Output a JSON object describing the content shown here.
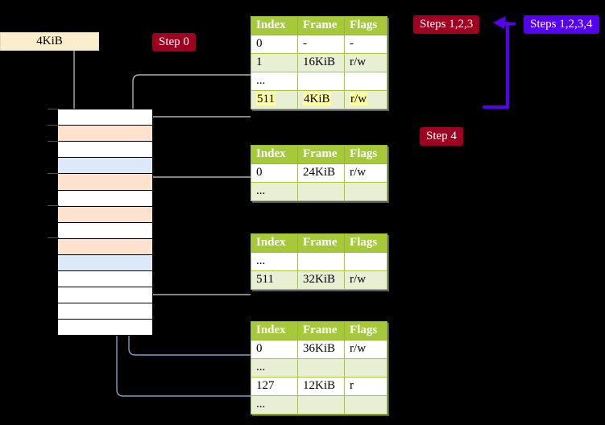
{
  "diagram": {
    "title_hidden": "page table walk diagram",
    "colors": {
      "header_green": "#a5c939",
      "alt_row": "#e9efd4",
      "highlight_yellow": "#ffff9e",
      "badge_red": "#a00020",
      "badge_blue": "#5500ee",
      "mem_orange": "#fde3ce",
      "mem_blue": "#dce9f8",
      "kib_box": "#fbeecd",
      "wire_gray": "#b0b0b0",
      "wire_blue": "#7d9fc4"
    }
  },
  "badges": [
    {
      "id": "step0",
      "label": "Step 0",
      "style": "red"
    },
    {
      "id": "steps123",
      "label": "Steps 1,2,3",
      "style": "red"
    },
    {
      "id": "steps1234",
      "label": "Steps 1,2,3,4",
      "style": "blue"
    },
    {
      "id": "step4",
      "label": "Step 4",
      "style": "red"
    }
  ],
  "kib_box": {
    "label": "4KiB"
  },
  "columns": [
    "Index",
    "Frame",
    "Flags"
  ],
  "tables": [
    {
      "name": "level4-table",
      "columns": [
        "Index",
        "Frame",
        "Flags"
      ],
      "rows": [
        {
          "index": "0",
          "frame": "-",
          "flags": "-",
          "alt": false,
          "highlight": false
        },
        {
          "index": "1",
          "frame": "16KiB",
          "flags": "r/w",
          "alt": true,
          "highlight": false
        },
        {
          "index": "...",
          "frame": "",
          "flags": "",
          "alt": false,
          "highlight": false
        },
        {
          "index": "511",
          "frame": "4KiB",
          "flags": "r/w",
          "alt": true,
          "highlight": true
        }
      ]
    },
    {
      "name": "level3-table",
      "columns": [
        "Index",
        "Frame",
        "Flags"
      ],
      "rows": [
        {
          "index": "0",
          "frame": "24KiB",
          "flags": "r/w",
          "alt": false,
          "highlight": false
        },
        {
          "index": "...",
          "frame": "",
          "flags": "",
          "alt": true,
          "highlight": false
        }
      ]
    },
    {
      "name": "level2-table",
      "columns": [
        "Index",
        "Frame",
        "Flags"
      ],
      "rows": [
        {
          "index": "...",
          "frame": "",
          "flags": "",
          "alt": false,
          "highlight": false
        },
        {
          "index": "511",
          "frame": "32KiB",
          "flags": "r/w",
          "alt": true,
          "highlight": false
        }
      ]
    },
    {
      "name": "level1-table",
      "columns": [
        "Index",
        "Frame",
        "Flags"
      ],
      "rows": [
        {
          "index": "0",
          "frame": "36KiB",
          "flags": "r/w",
          "alt": false,
          "highlight": false
        },
        {
          "index": "...",
          "frame": "",
          "flags": "",
          "alt": true,
          "highlight": false
        },
        {
          "index": "127",
          "frame": "12KiB",
          "flags": "r",
          "alt": false,
          "highlight": false
        },
        {
          "index": "...",
          "frame": "",
          "flags": "",
          "alt": true,
          "highlight": false
        }
      ]
    }
  ],
  "memory_column": {
    "name": "physical-memory-column",
    "rows": [
      {
        "fill": "white"
      },
      {
        "fill": "orange"
      },
      {
        "fill": "white"
      },
      {
        "fill": "blue"
      },
      {
        "fill": "orange"
      },
      {
        "fill": "white"
      },
      {
        "fill": "orange"
      },
      {
        "fill": "white"
      },
      {
        "fill": "orange"
      },
      {
        "fill": "blue"
      },
      {
        "fill": "white"
      },
      {
        "fill": "white"
      },
      {
        "fill": "white"
      },
      {
        "fill": "white"
      }
    ]
  }
}
